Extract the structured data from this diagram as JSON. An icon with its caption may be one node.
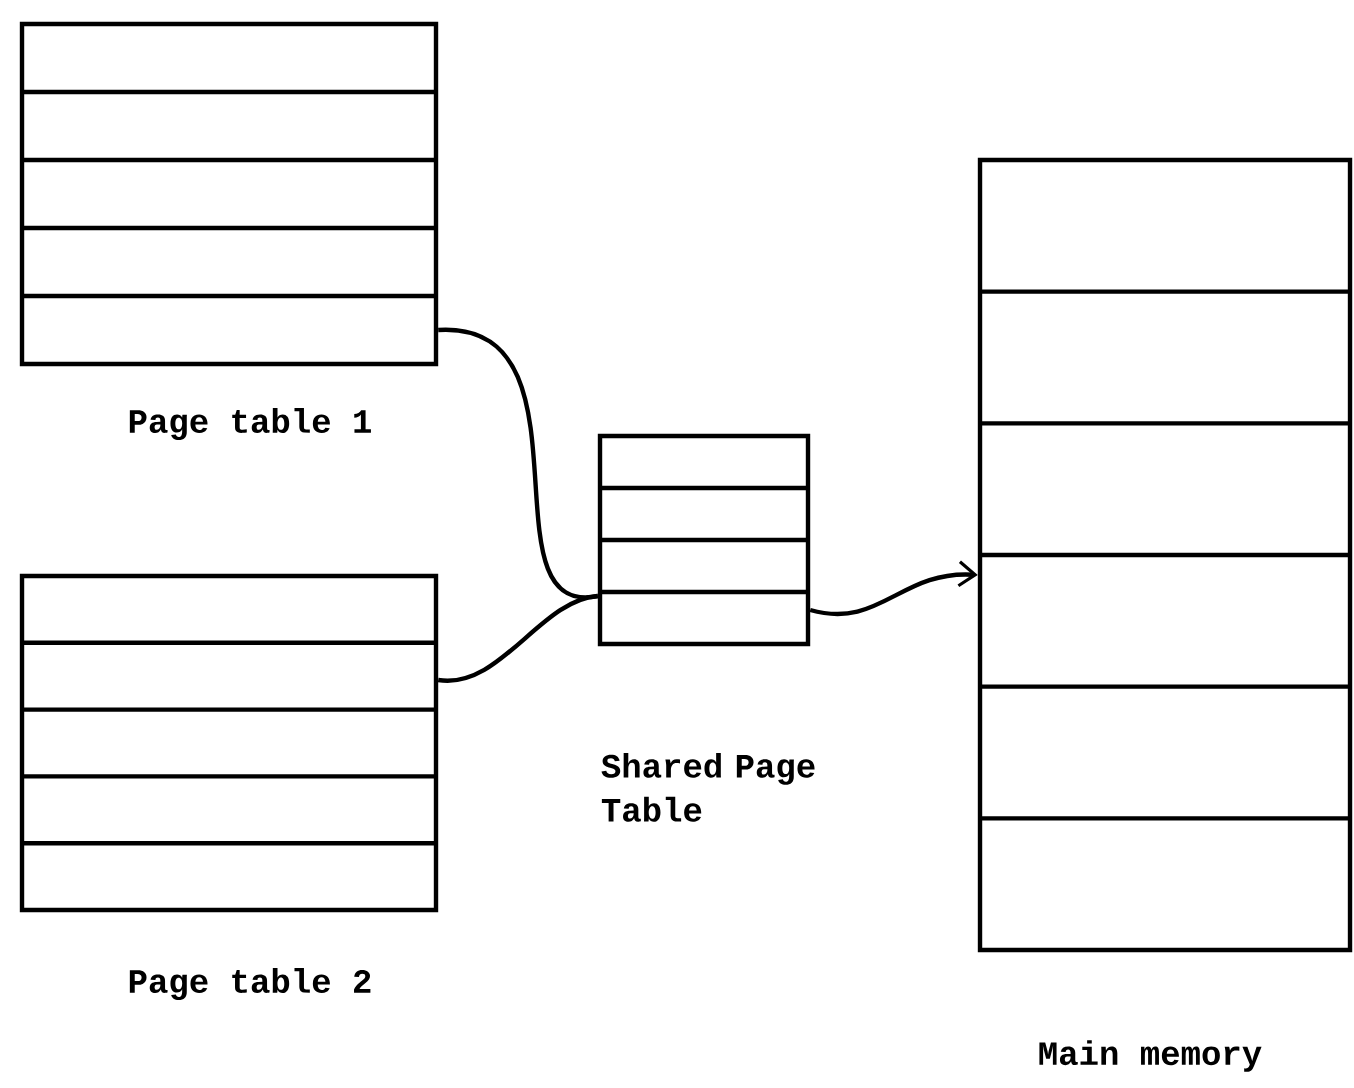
{
  "diagram": {
    "nodes": [
      {
        "text": [
          "Page table 1"
        ]
      },
      {
        "text": [
          "Page table 2"
        ]
      },
      {
        "text": [
          "Shared Page Table"
        ]
      },
      {
        "text": [
          "Main memory"
        ]
      }
    ],
    "edges": [
      {
        "from": 0,
        "to": 2,
        "arrow": "none"
      },
      {
        "from": 1,
        "to": 2,
        "arrow": "none"
      },
      {
        "from": 2,
        "to": 3,
        "arrow": "to"
      }
    ]
  }
}
